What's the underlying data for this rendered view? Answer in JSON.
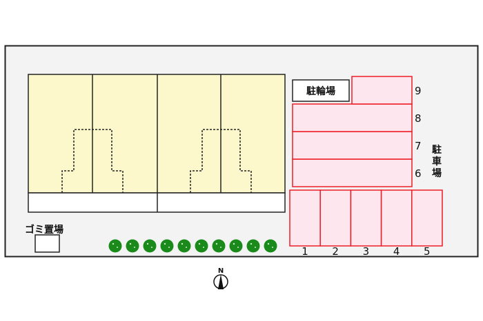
{
  "labels": {
    "bicycle_parking": "駐輪場",
    "garbage": "ゴミ置場",
    "parking_v": [
      "駐",
      "車",
      "場"
    ],
    "north": "N"
  },
  "parking_slots": [
    "1",
    "2",
    "3",
    "4",
    "5",
    "6",
    "7",
    "8",
    "9"
  ],
  "tree_count": 10,
  "colors": {
    "site": "#f3f3f3",
    "building": "#fdf8cc",
    "parking_fill": "#fde6ee",
    "parking_stroke": "#ee1c24",
    "tree": "#1a8a1a"
  }
}
